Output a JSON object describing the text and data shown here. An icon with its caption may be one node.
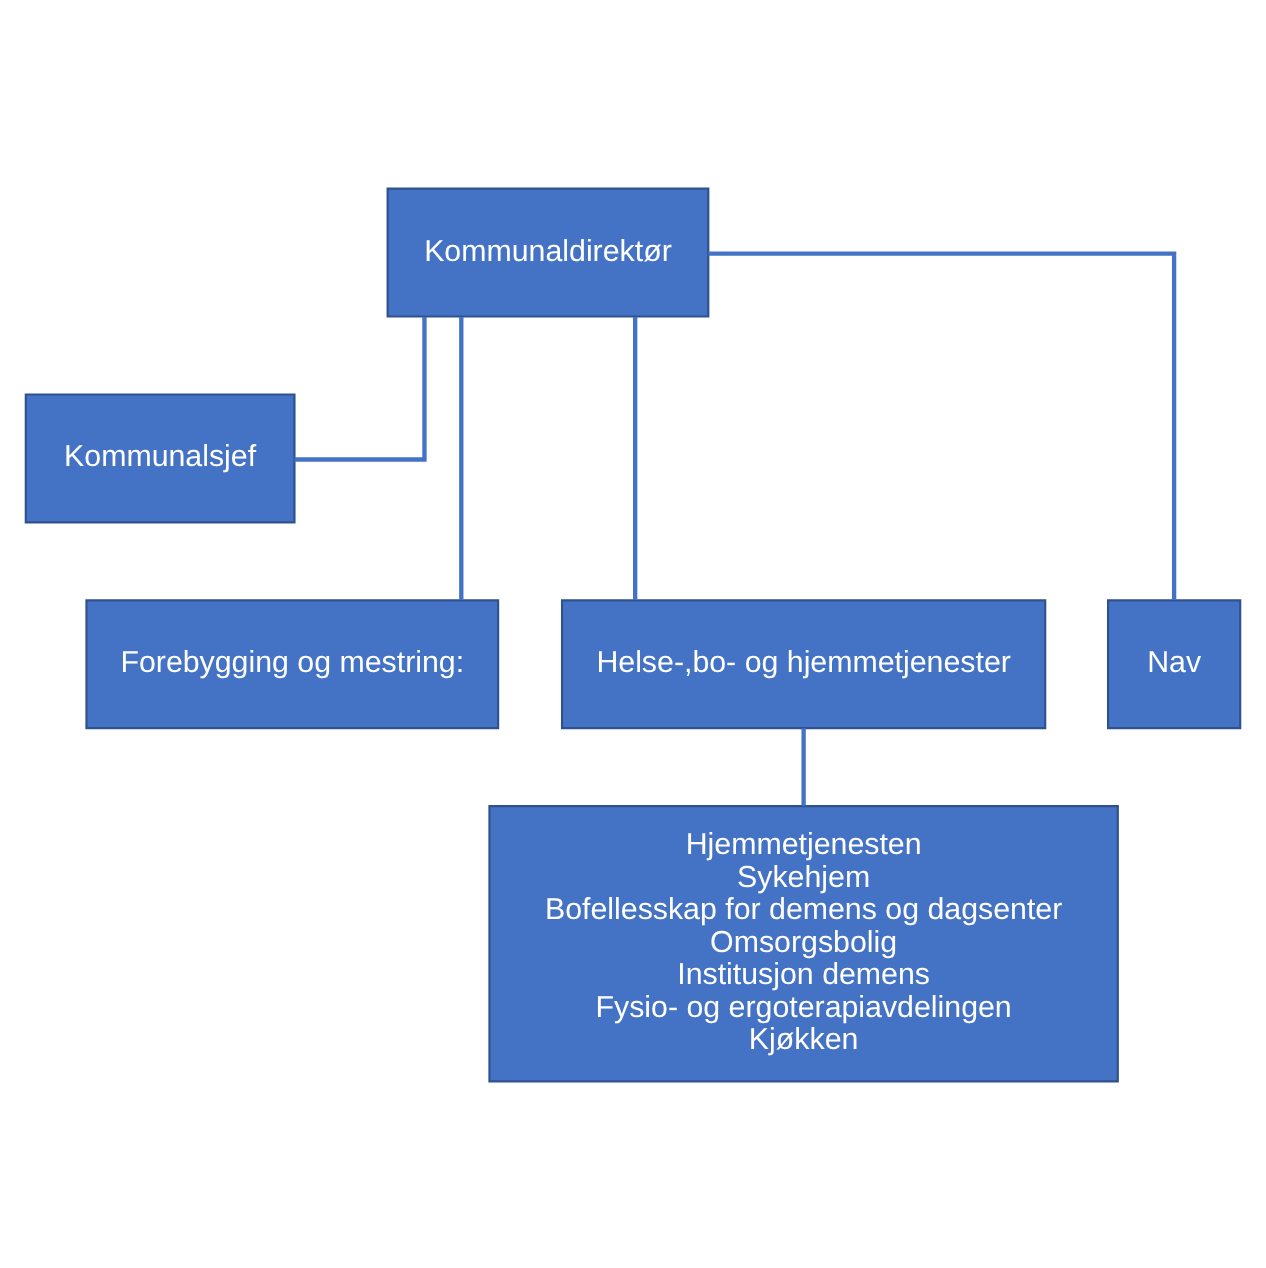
{
  "diagram": {
    "nodes": [
      {
        "text": [
          "Kommunaldirektør"
        ]
      },
      {
        "text": [
          "Kommunalsjef"
        ]
      },
      {
        "text": [
          "Forebygging og mestring:"
        ]
      },
      {
        "text": [
          "Helse-,bo- og hjemmetjenester"
        ]
      },
      {
        "text": [
          "Nav"
        ]
      },
      {
        "text": [
          "Hjemmetjenesten",
          "Sykehjem",
          "Bofellesskap for demens og dagsenter",
          "Omsorgsbolig",
          "Institusjon demens",
          "Fysio- og ergoterapiavdelingen",
          "Kjøkken"
        ]
      }
    ],
    "edges": [
      {
        "from": 0,
        "to": 1,
        "arrow": "none"
      },
      {
        "from": 0,
        "to": 2,
        "arrow": "none"
      },
      {
        "from": 0,
        "to": 3,
        "arrow": "none"
      },
      {
        "from": 0,
        "to": 4,
        "arrow": "none"
      },
      {
        "from": 3,
        "to": 5,
        "arrow": "none"
      }
    ]
  }
}
